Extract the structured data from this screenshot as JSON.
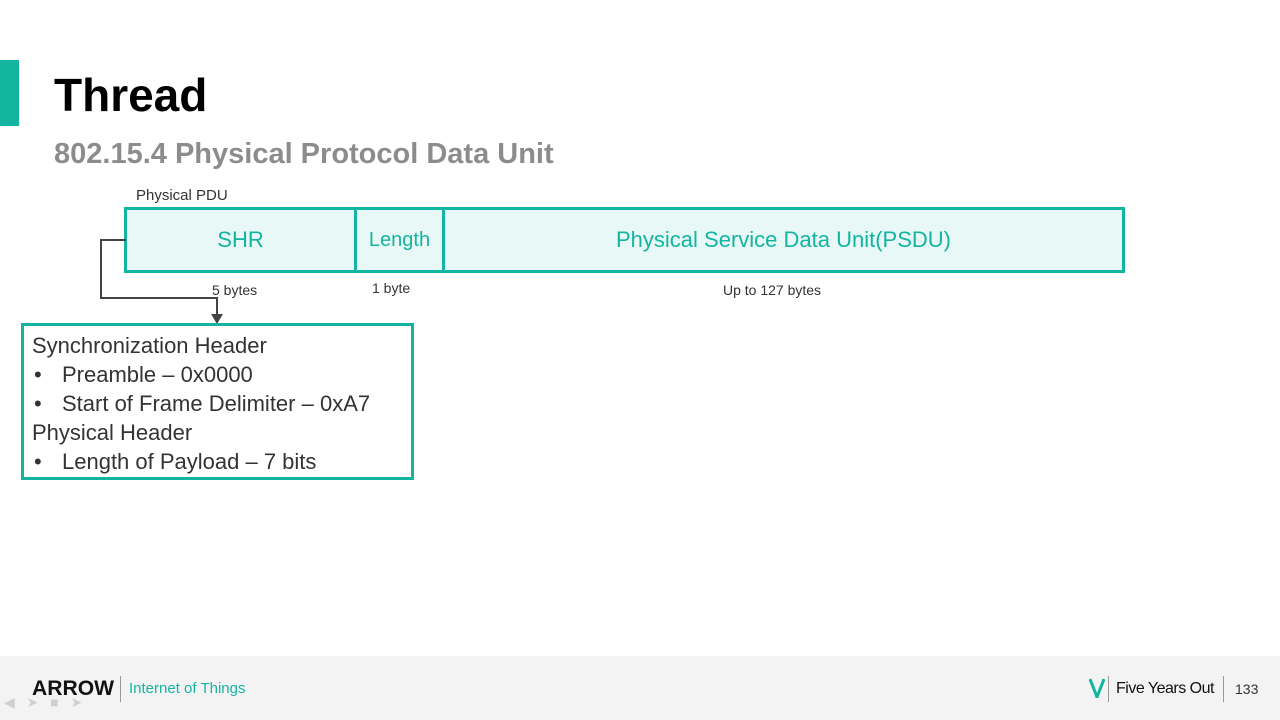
{
  "slide": {
    "title": "Thread",
    "subtitle": "802.15.4 Physical Protocol Data Unit"
  },
  "diagram": {
    "frame_label": "Physical PDU",
    "fields": [
      {
        "label": "SHR",
        "size": "5 bytes"
      },
      {
        "label": "Length",
        "size": "1 byte"
      },
      {
        "label": "Physical Service Data Unit(PSDU)",
        "size": "Up to 127 bytes"
      }
    ],
    "callout": {
      "heading1": "Synchronization Header",
      "bullet1": "Preamble – 0x0000",
      "bullet2": "Start of Frame Delimiter – 0xA7",
      "heading2": "Physical Header",
      "bullet3": "Length of Payload – 7 bits",
      "bullet_glyph": "•"
    }
  },
  "footer": {
    "brand": "ARROW",
    "section": "Internet of Things",
    "tagline": "Five Years Out",
    "page_number": "133"
  },
  "colors": {
    "accent": "#13b5a0",
    "field_fill": "#e8f8f6",
    "subtitle_gray": "#8c8c8c"
  },
  "icons": [
    "arrow-logo-icon",
    "five-years-out-icon",
    "connector-arrow-icon"
  ]
}
